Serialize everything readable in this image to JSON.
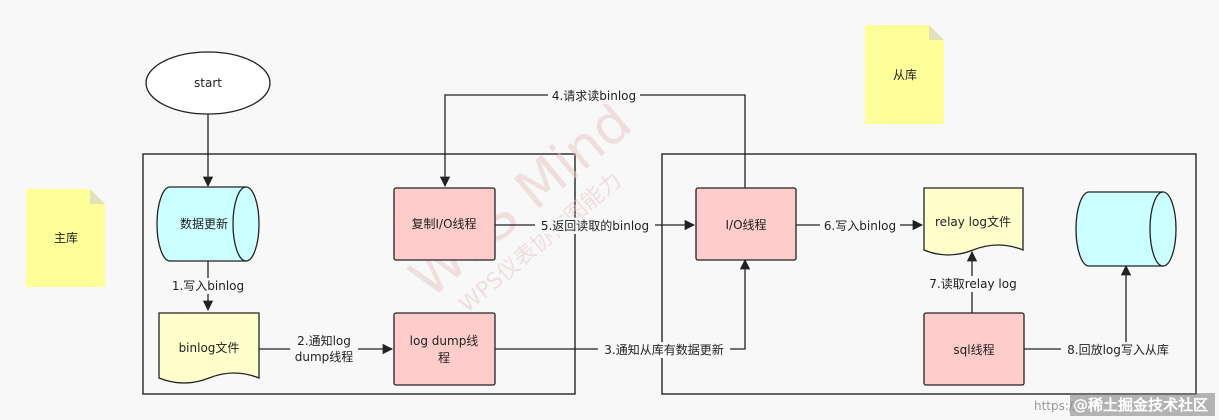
{
  "nodes": {
    "start": "start",
    "data_update": "数据更新",
    "binlog_file": "binlog文件",
    "copy_io_thread": "复制I/O线程",
    "log_dump_thread": [
      "log dump线",
      "程"
    ],
    "slave_io_thread": "I/O线程",
    "relay_log_file": "relay log文件",
    "sql_thread": "sql线程"
  },
  "notes": {
    "master": "主库",
    "slave": "从库"
  },
  "edges": {
    "e1": "1.写入binlog",
    "e2": [
      "2.通知log",
      "dump线程"
    ],
    "e3": "3.通知从库有数据更新",
    "e4": "4.请求读binlog",
    "e5": "5.返回读取的binlog",
    "e6": "6.写入binlog",
    "e7": "7.读取relay log",
    "e8": "8.回放log写入从库"
  },
  "watermark": {
    "main": "WPS Mind",
    "sub": "WPS仪表协作图能力"
  },
  "credit": {
    "prefix": "https://",
    "handle": "@稀土掘金技术社区"
  },
  "colors": {
    "cyan": "#ccffff",
    "pink": "#ffcccc",
    "yellow": "#ffffcc",
    "note": "#ffff99",
    "stroke": "#333333"
  }
}
